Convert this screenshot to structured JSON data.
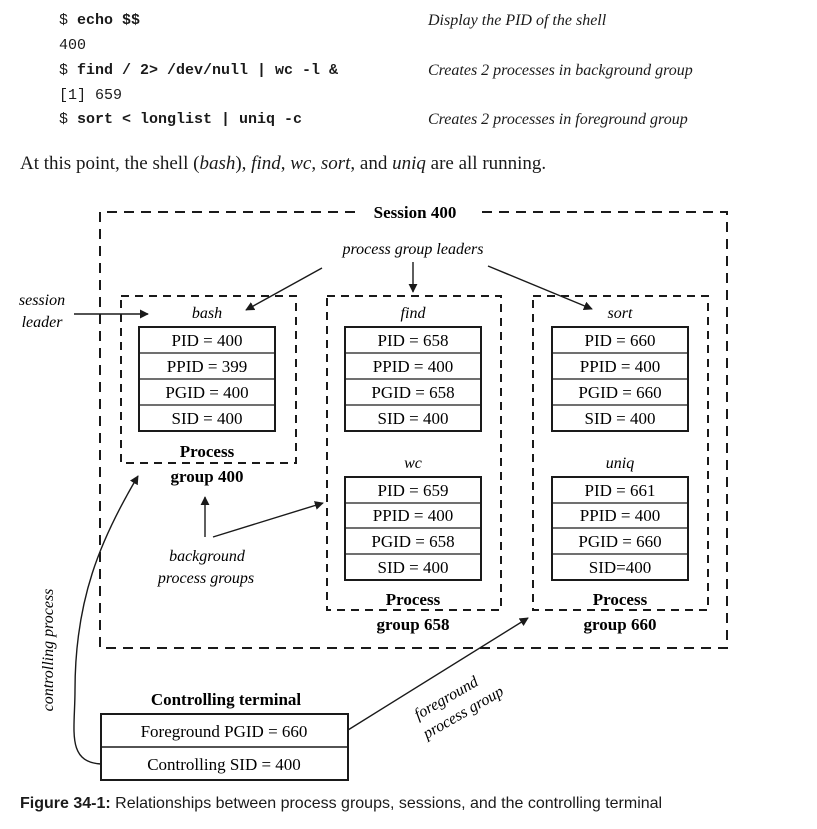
{
  "commands": [
    {
      "prompt": "$ ",
      "command": "echo $$",
      "note": "Display the PID of the shell"
    },
    {
      "output": "400"
    },
    {
      "prompt": "$ ",
      "command": "find / 2> /dev/null | wc -l &",
      "note": "Creates 2 processes in background group"
    },
    {
      "output": "[1] 659"
    },
    {
      "prompt": "$ ",
      "command": "sort < longlist | uniq -c",
      "note": "Creates 2 processes in foreground group"
    }
  ],
  "paragraph": {
    "t1": "At this point, the shell (",
    "bash": "bash",
    "t2": "), ",
    "find": "find",
    "t3": ", ",
    "wc": "wc",
    "t4": ", ",
    "sort": "sort",
    "t5": ", and ",
    "uniq": "uniq",
    "t6": " are all running."
  },
  "diagram": {
    "session_title": "Session 400",
    "process_group_leaders_label": "process group leaders",
    "session_leader_label": [
      "session",
      "leader"
    ],
    "background_label": [
      "background",
      "process groups"
    ],
    "controlling_process_label": "controlling process",
    "foreground_label": [
      "foreground",
      "process group"
    ],
    "groups": [
      {
        "title": [
          "Process",
          "group 400"
        ],
        "processes": [
          {
            "name": "bash",
            "fields": [
              "PID = 400",
              "PPID = 399",
              "PGID = 400",
              "SID = 400"
            ]
          }
        ]
      },
      {
        "title": [
          "Process",
          "group 658"
        ],
        "processes": [
          {
            "name": "find",
            "fields": [
              "PID = 658",
              "PPID = 400",
              "PGID = 658",
              "SID = 400"
            ]
          },
          {
            "name": "wc",
            "fields": [
              "PID = 659",
              "PPID = 400",
              "PGID = 658",
              "SID = 400"
            ]
          }
        ]
      },
      {
        "title": [
          "Process",
          "group 660"
        ],
        "processes": [
          {
            "name": "sort",
            "fields": [
              "PID = 660",
              "PPID = 400",
              "PGID = 660",
              "SID = 400"
            ]
          },
          {
            "name": "uniq",
            "fields": [
              "PID = 661",
              "PPID = 400",
              "PGID = 660",
              "SID=400"
            ]
          }
        ]
      }
    ],
    "terminal": {
      "title": "Controlling terminal",
      "fields": [
        "Foreground PGID = 660",
        "Controlling SID = 400"
      ]
    }
  },
  "caption": {
    "label": "Figure 34-1:",
    "text": " Relationships between process groups, sessions, and the controlling terminal"
  }
}
